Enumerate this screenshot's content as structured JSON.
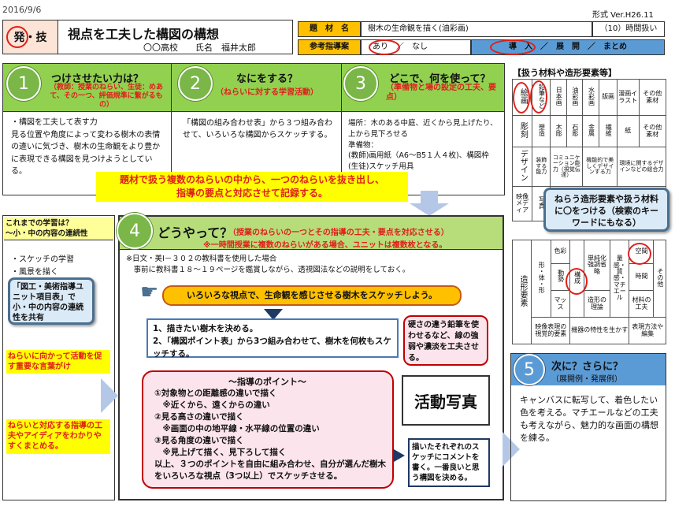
{
  "header": {
    "date": "2016/9/6",
    "version": "形式 Ver.H26.11",
    "subject_badge": "発・技",
    "title": "視点を工夫した構図の構想",
    "school": "〇〇高校　　氏名　福井太郎",
    "theme_label": "題　材　名",
    "theme_value": "樹木の生命観を描く(油彩画)",
    "hours": "（10）時間扱い",
    "ref_label": "参考指導案",
    "ref_options": "あり　／　なし",
    "phase": "導　入　／　展　開　／　まとめ"
  },
  "sections": {
    "s1": {
      "num": "1",
      "title": "つけさせたい力は？",
      "sub": "（教師：授業のねらい、生徒：めあて、その一つ、評価規準に繋がるもの）",
      "body": "・構図を工夫して表す力\n見る位置や角度によって変わる樹木の表情の違いに気づき、樹木の生命観をより豊かに表現できる構図を見つけようとしている。"
    },
    "s2": {
      "num": "2",
      "title": "なにをする？",
      "sub": "（ねらいに対する学習活動）",
      "body": "「構図の組み合わせ表」から３つ組み合わせて、いろいろな構図からスケッチする。"
    },
    "s3": {
      "num": "3",
      "title": "どこで、何を使って？",
      "sub": "（準備物と場の設定の工夫、要点）",
      "body": "場所：木のある中庭、近くから見上げたり、上から見下ろせる\n準備物：\n(教師)画用紙（A6～B5１人４枚)、構図枠\n(生徒)スケッチ用具"
    },
    "s4": {
      "num": "4",
      "title": "どうやって？",
      "sub1": "（授業のねらいの一つとその指導の工夫・要点を対応させる）",
      "sub2": "※一時間授業に複数のねらいがある場合、ユニットは複数枚となる。",
      "note": "※日文・美Ⅰ－３０２の教科書を使用した場合\n　事前に教科書１８～１９ページを鑑賞しながら、透視図法などの説明をしておく。",
      "goal": "いろいろな視点で、生命観を感じさせる樹木をスケッチしよう。",
      "steps": "1、描きたい樹木を決める。\n2、「構図ポイント表」から3つ組み合わせて、樹木を何枚もスケッチする。",
      "points_title": "～指導のポイント～",
      "points": "①対象物との距離感の違いで描く\n　※近くから、遠くからの違い\n②見る高さの違いで描く\n　※画面の中の地平線・水平線の位置の違い\n③見る角度の違いで描く\n　※見上げて描く、見下ろして描く\n以上、３つのポイントを自由に組み合わせ、自分が選んだ樹木をいろいろな視点（3つ以上）でスケッチさせる。",
      "photo": "活動写真",
      "pencil_note": "硬さの違う鉛筆を使わせるなど、線の強弱や濃淡を工夫させる。",
      "comment_note": "描いたそれぞれのスケッチにコメントを書く。一番良いと思う構図を決める。"
    },
    "s5": {
      "num": "5",
      "title": "次に？さらに？",
      "sub": "（展開例・発展例）",
      "body": "キャンバスに転写して、着色したい色を考える。マチエールなどの工夫も考えながら、魅力的な画面の構想を練る。"
    }
  },
  "prior": {
    "title": "これまでの学習は？\n～小・中の内容の連続性",
    "body": "・スケッチの学習\n・風景を描く"
  },
  "callouts": {
    "center": "題材で扱う複数のねらいの中から、一つのねらいを抜き出し、\n指導の要点と対応させて記録する。",
    "prior_note": "「図工・美術指導ユニット項目表」で小・中の内容の連続性を共有",
    "words": "ねらいに向かって活動を促す重要な言葉がけ",
    "ideas": "ねらいと対応する指導の工夫やアイディアをわかりやすくまとめる。",
    "materials_note": "ねらう造形要素や扱う材料に〇をつける（検索のキーワードにもなる）"
  },
  "materials": {
    "title": "【扱う材料や造形要素等】",
    "row1_head": "絵画",
    "row1": [
      "鉛筆など",
      "日本画",
      "油彩画",
      "水彩画",
      "版画",
      "漫画イラスト",
      "その他素材"
    ],
    "row2_head": "彫刻",
    "row2": [
      "塑造",
      "木彫",
      "石彫",
      "金属",
      "繊維",
      "紙",
      "その他素材"
    ],
    "row3_head": "デザイン",
    "row3": [
      "装飾する能力",
      "コミュニケーション能力（視覚伝達）",
      "機能的で美しくデザインする力",
      "環境に関するデザインなどの総合力"
    ],
    "row4_head": "映像メディア",
    "row4": [
      "写真"
    ],
    "elements_head": "造形要素",
    "elem_form": "形・体・形",
    "elem_color": "色彩",
    "elem_motion": "動勢",
    "elem_composition": "構成",
    "elem_mass": "マッス",
    "elem_simplify": "単純化強調省略",
    "elem_quantity": "量感・質感・マチエール",
    "elem_space": "空間",
    "elem_time": "時間",
    "elem_theory": "造形の理論",
    "elem_material": "材料の工夫",
    "elem_other": "その他",
    "elem_video": "映像表現の視覚的要素",
    "elem_device": "機器の特性を生かす",
    "elem_method": "表現方法や編集"
  }
}
